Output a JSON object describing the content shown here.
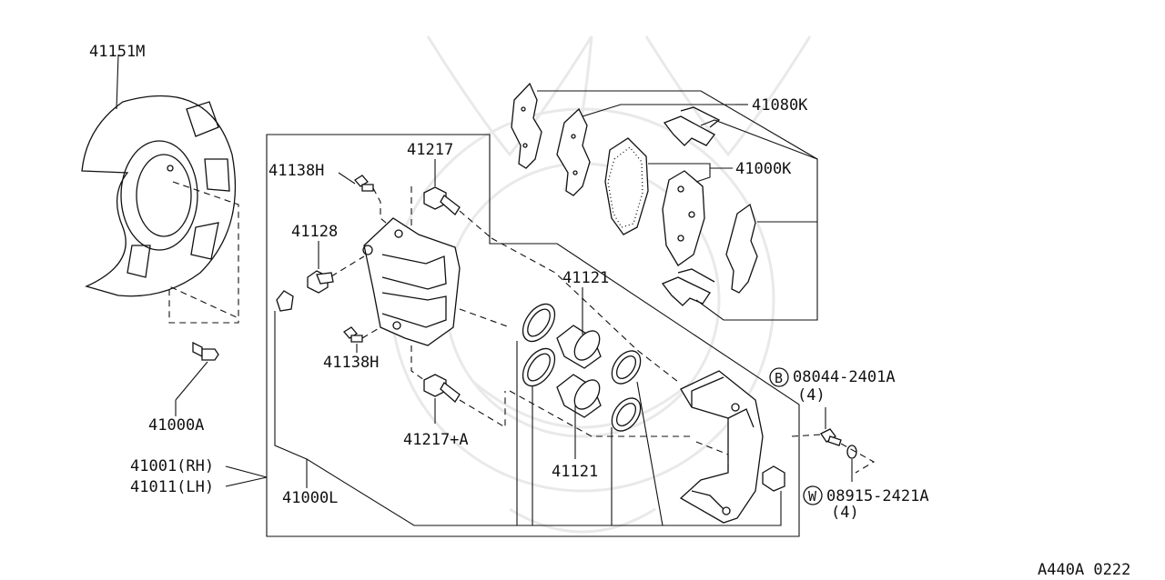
{
  "diagram": {
    "code": "A440A 0222",
    "labels": {
      "p41151M": "41151M",
      "p41080K": "41080K",
      "p41000K": "41000K",
      "p41217": "41217",
      "p41138H_top": "41138H",
      "p41128": "41128",
      "p41121_top": "41121",
      "p41138H_bottom": "41138H",
      "p41000A": "41000A",
      "p41217A": "41217+A",
      "p41121_bottom": "41121",
      "p41001": "41001(RH)",
      "p41011": "41011(LH)",
      "p41000L": "41000L",
      "bolt_part": "08044-2401A",
      "bolt_qty": "(4)",
      "bolt_symbol": "B",
      "washer_part": "08915-2421A",
      "washer_qty": "(4)",
      "washer_symbol": "W"
    }
  }
}
